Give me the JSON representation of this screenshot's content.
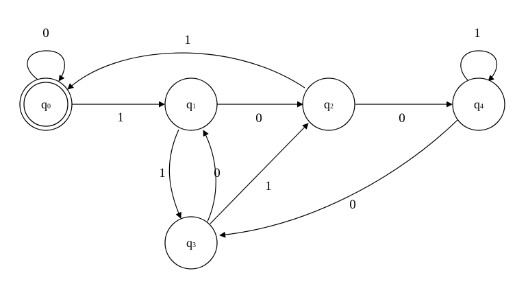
{
  "automaton": {
    "states": [
      {
        "id": "q0",
        "base": "q",
        "sub": "0",
        "accepting": true
      },
      {
        "id": "q1",
        "base": "q",
        "sub": "1",
        "accepting": false
      },
      {
        "id": "q2",
        "base": "q",
        "sub": "2",
        "accepting": false
      },
      {
        "id": "q3",
        "base": "q",
        "sub": "3",
        "accepting": false
      },
      {
        "id": "q4",
        "base": "q",
        "sub": "4",
        "accepting": false
      }
    ],
    "transitions": [
      {
        "id": "q0-self",
        "from": "q0",
        "to": "q0",
        "label": "0"
      },
      {
        "id": "q0-q1",
        "from": "q0",
        "to": "q1",
        "label": "1"
      },
      {
        "id": "q1-q2",
        "from": "q1",
        "to": "q2",
        "label": "0"
      },
      {
        "id": "q2-q4",
        "from": "q2",
        "to": "q4",
        "label": "0"
      },
      {
        "id": "q2-q0",
        "from": "q2",
        "to": "q0",
        "label": "1"
      },
      {
        "id": "q4-self",
        "from": "q4",
        "to": "q4",
        "label": "1"
      },
      {
        "id": "q1-q3",
        "from": "q1",
        "to": "q3",
        "label": "1"
      },
      {
        "id": "q3-q1",
        "from": "q3",
        "to": "q1",
        "label": "0"
      },
      {
        "id": "q3-q2",
        "from": "q3",
        "to": "q2",
        "label": "1"
      },
      {
        "id": "q4-q3",
        "from": "q4",
        "to": "q3",
        "label": "0"
      }
    ]
  },
  "colors": {
    "stroke": "#000000",
    "fill": "#ffffff"
  }
}
